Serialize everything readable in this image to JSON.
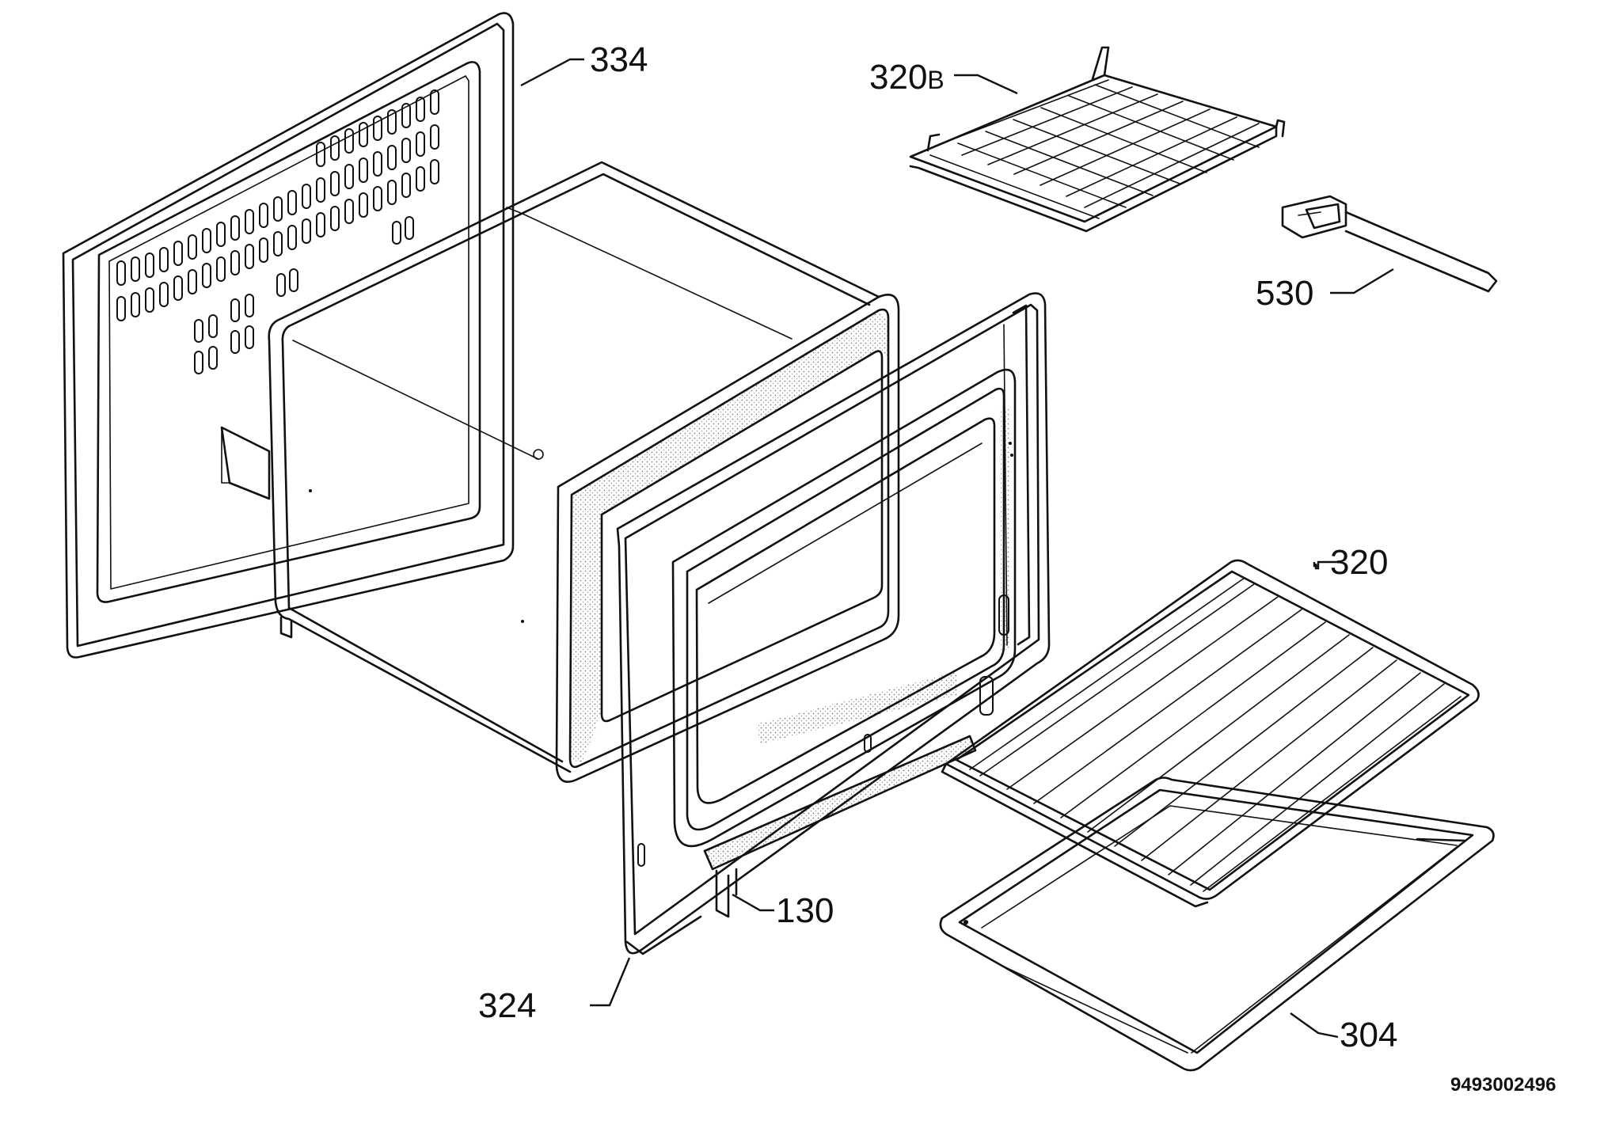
{
  "diagram": {
    "parts": [
      {
        "id": "back-panel",
        "label": "334"
      },
      {
        "id": "shelf-small-grid",
        "label": "320",
        "suffix": "B"
      },
      {
        "id": "shelf-handle",
        "label": "530"
      },
      {
        "id": "shelf-grid",
        "label": "320"
      },
      {
        "id": "door-seal-strip",
        "label": "130"
      },
      {
        "id": "front-frame",
        "label": "324"
      },
      {
        "id": "tray",
        "label": "304"
      }
    ],
    "document_number": "9493002496"
  }
}
